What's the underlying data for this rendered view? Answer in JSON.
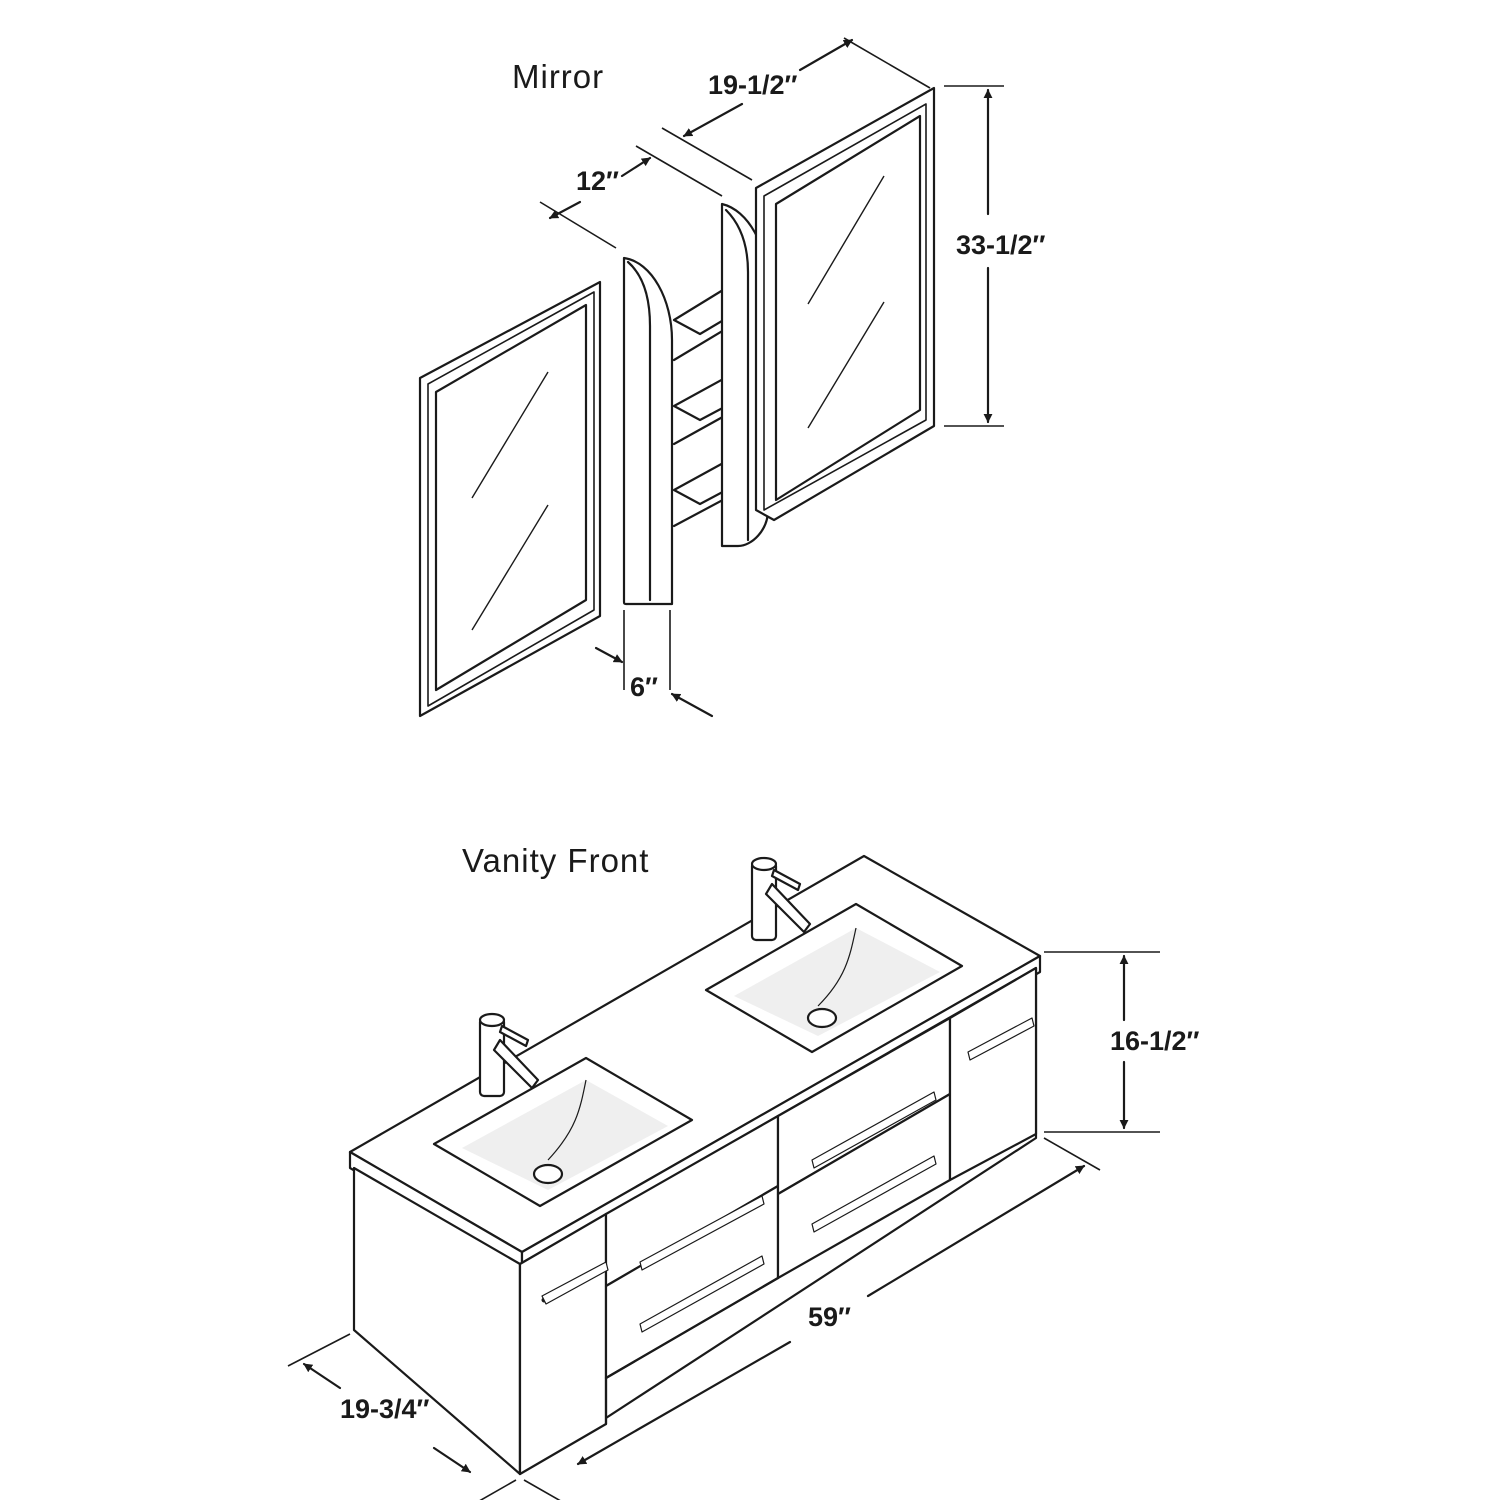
{
  "mirror": {
    "title": "Mirror",
    "dim_depth_cabinet": "12″",
    "dim_width": "19-1/2″",
    "dim_height": "33-1/2″",
    "dim_depth_side": "6″"
  },
  "vanity": {
    "title": "Vanity Front",
    "dim_height": "16-1/2″",
    "dim_width": "59″",
    "dim_depth": "19-3/4″"
  }
}
